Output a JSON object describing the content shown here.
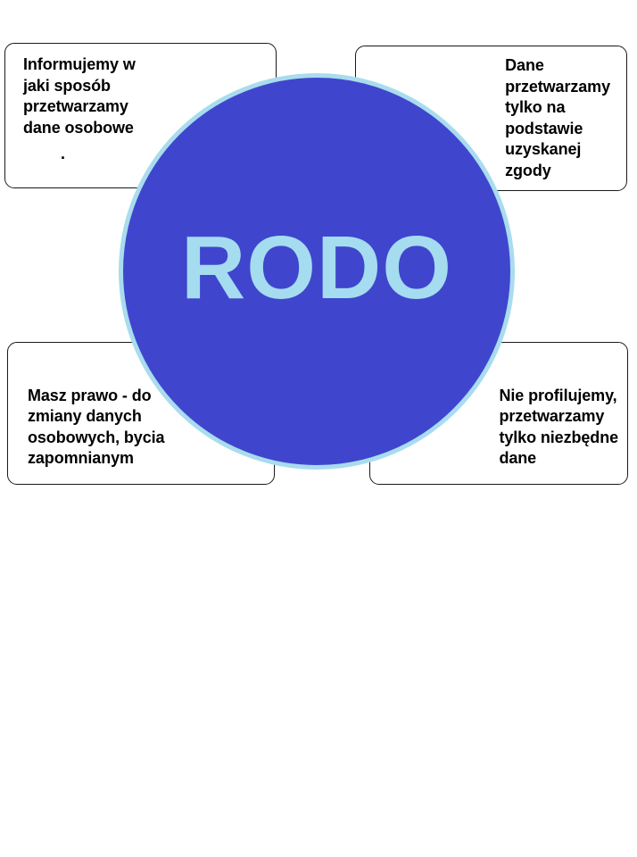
{
  "diagram": {
    "center": {
      "label": "RODO",
      "fill_color": "#3F46CD",
      "border_color": "#A8DCEE",
      "text_color": "#A5DCF0"
    },
    "callouts": [
      {
        "id": "top-left",
        "text": "Informujemy w\njaki sposób\nprzetwarzamy\ndane osobowe",
        "extra": ".",
        "border_color": "#1A1A1A",
        "background_color": "#FFFFFF",
        "text_color": "#000000"
      },
      {
        "id": "top-right",
        "text": "Dane\nprzetwarzamy\ntylko na\npodstawie\nuzyskanej\nzgody",
        "border_color": "#1A1A1A",
        "background_color": "#FFFFFF",
        "text_color": "#000000"
      },
      {
        "id": "bottom-left",
        "text": "Masz prawo - do\nzmiany danych\nosobowych, bycia\nzapomnianym",
        "border_color": "#1A1A1A",
        "background_color": "#FFFFFF",
        "text_color": "#000000"
      },
      {
        "id": "bottom-right",
        "text": "Nie profilujemy,\nprzetwarzamy\ntylko niezbędne\ndane",
        "border_color": "#1A1A1A",
        "background_color": "#FFFFFF",
        "text_color": "#000000"
      }
    ]
  }
}
